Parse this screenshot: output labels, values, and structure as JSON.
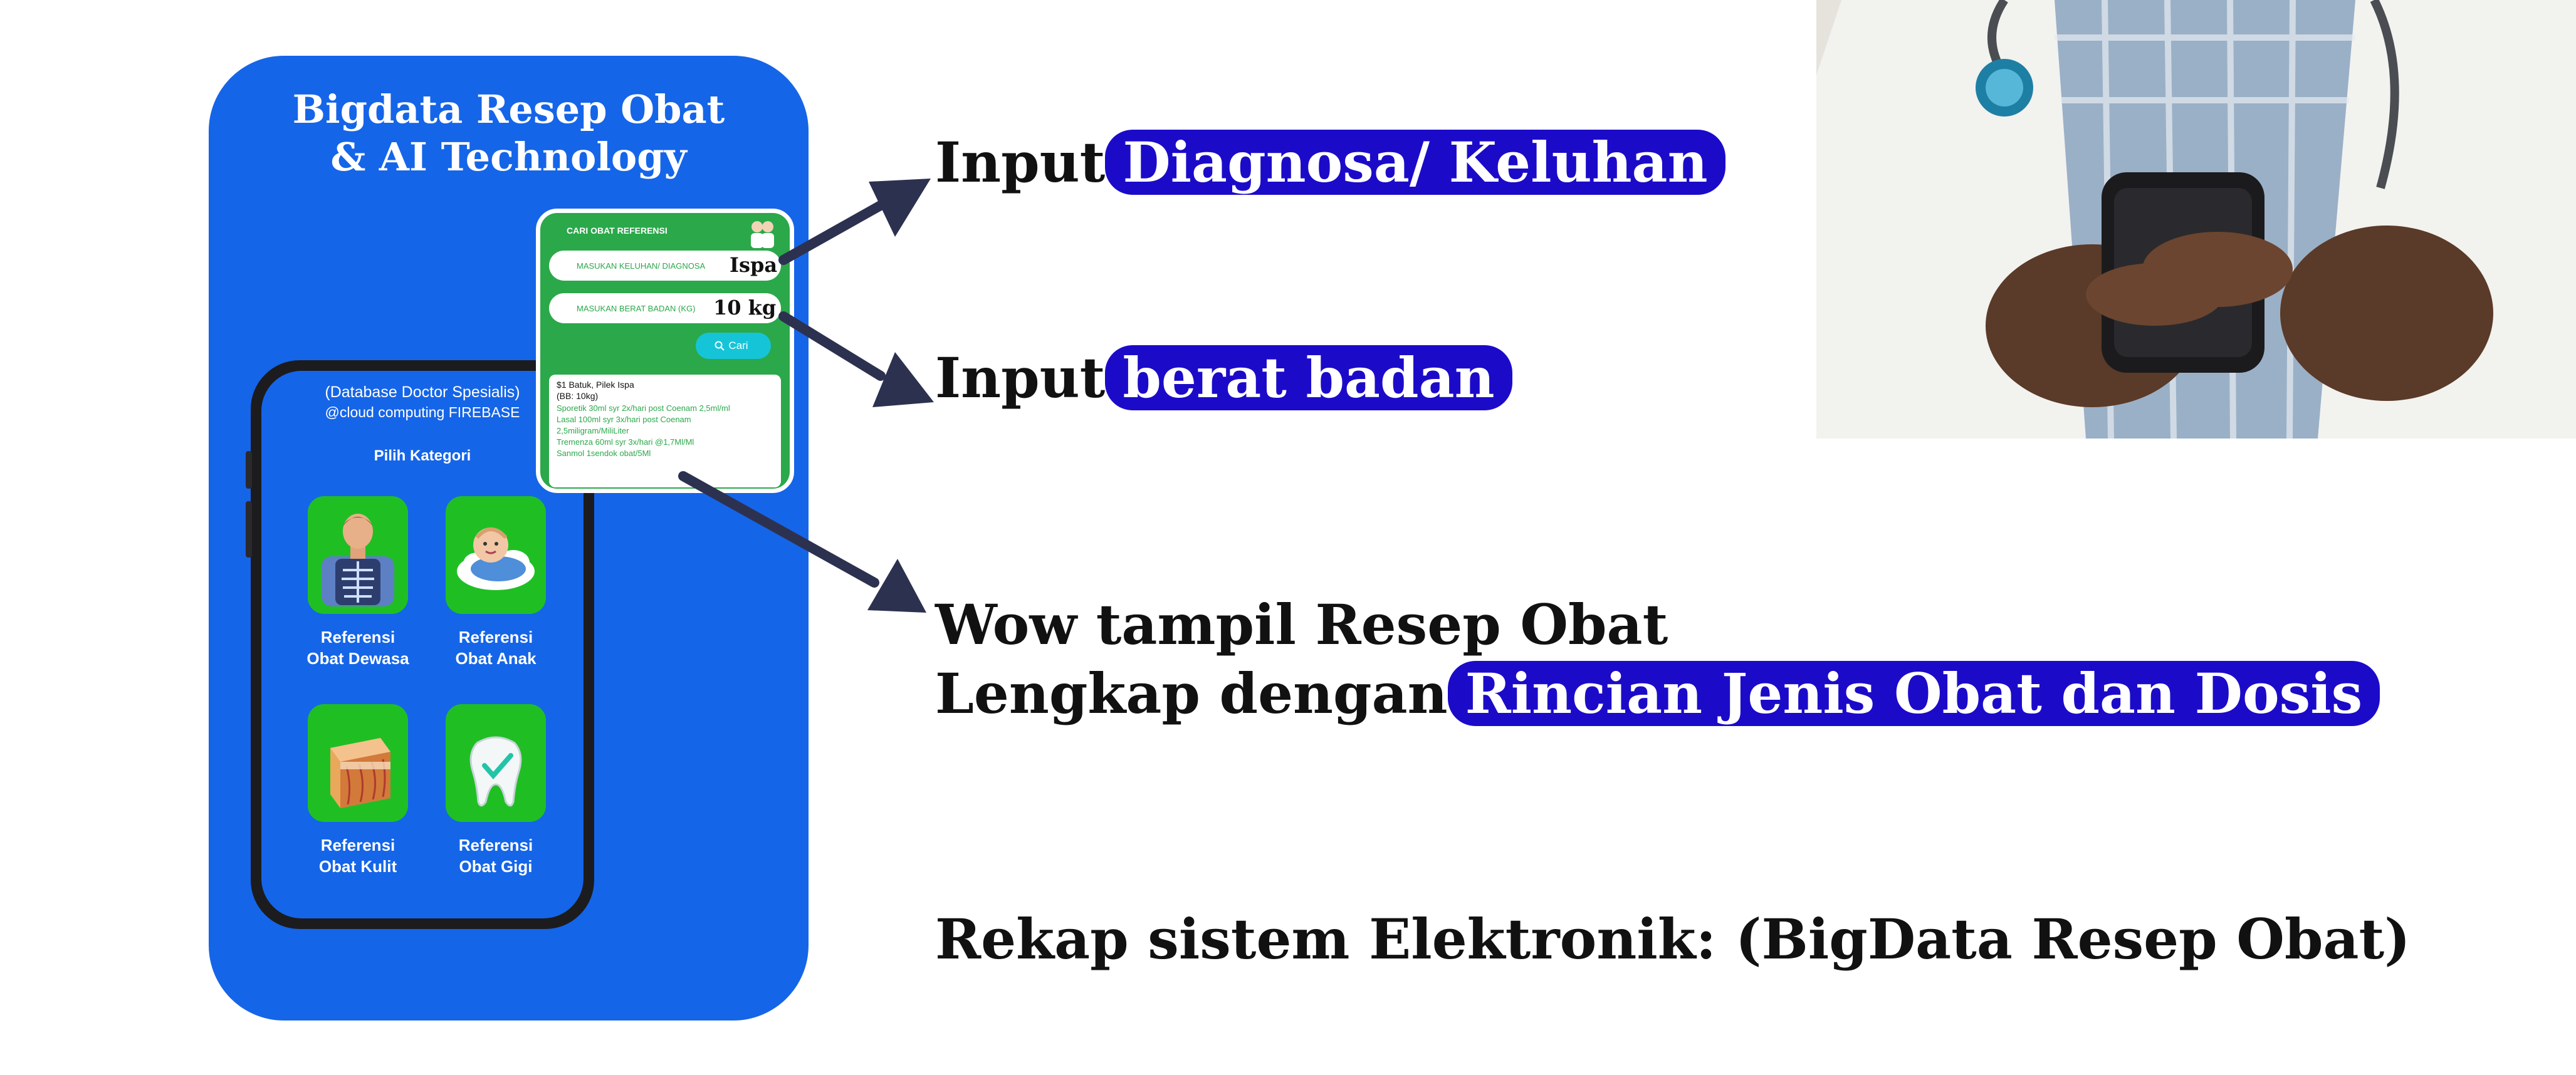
{
  "card": {
    "title_line1": "Bigdata Resep Obat",
    "title_line2": "& AI Technology"
  },
  "phone": {
    "db_line": "(Database Doctor Spesialis)",
    "cloud_line": "@cloud computing FIREBASE",
    "kategori": "Pilih Kategori",
    "tiles": [
      {
        "line1": "Referensi",
        "line2": "Obat Dewasa",
        "icon": "xray-person-icon"
      },
      {
        "line1": "Referensi",
        "line2": "Obat Anak",
        "icon": "baby-icon"
      },
      {
        "line1": "Referensi",
        "line2": "Obat Kulit",
        "icon": "skin-layers-icon"
      },
      {
        "line1": "Referensi",
        "line2": "Obat Gigi",
        "icon": "tooth-icon"
      }
    ]
  },
  "popup": {
    "header": "CARI OBAT REFERENSI",
    "field1_label": "MASUKAN KELUHAN/ DIAGNOSA",
    "field1_value": "Ispa",
    "field2_label": "MASUKAN BERAT BADAN (KG)",
    "field2_value": "10 kg",
    "search_button": "Cari",
    "result": {
      "line1": "$1 Batuk, Pilek  Ispa",
      "line2": "(BB: 10kg)",
      "line3": "Sporetik 30ml syr 2x/hari post Coenam 2,5ml/ml",
      "line4": "Lasal 100ml syr 3x/hari post Coenam",
      "line5": "2,5miligram/MiliLiter",
      "line6": "Tremenza 60ml syr 3x/hari @1,7Ml/Ml",
      "line7": "Sanmol 1sendok obat/5Ml"
    }
  },
  "right": {
    "row1_prefix": "Input",
    "row1_highlight": "Diagnosa/ Keluhan",
    "row2_prefix": "Input",
    "row2_highlight": "berat badan",
    "row3_line1": "Wow tampil Resep Obat",
    "row3_prefix": "Lengkap dengan",
    "row3_highlight": "Rincian Jenis Obat dan Dosis",
    "footer": "Rekap sistem Elektronik: (BigData Resep Obat)"
  },
  "colors": {
    "card_blue": "#1565e8",
    "tile_green": "#1fbf24",
    "popup_green": "#2ba84a",
    "pill_blue": "#1b0bc9",
    "arrow": "#2d3150",
    "cari_button": "#16c4d8"
  }
}
